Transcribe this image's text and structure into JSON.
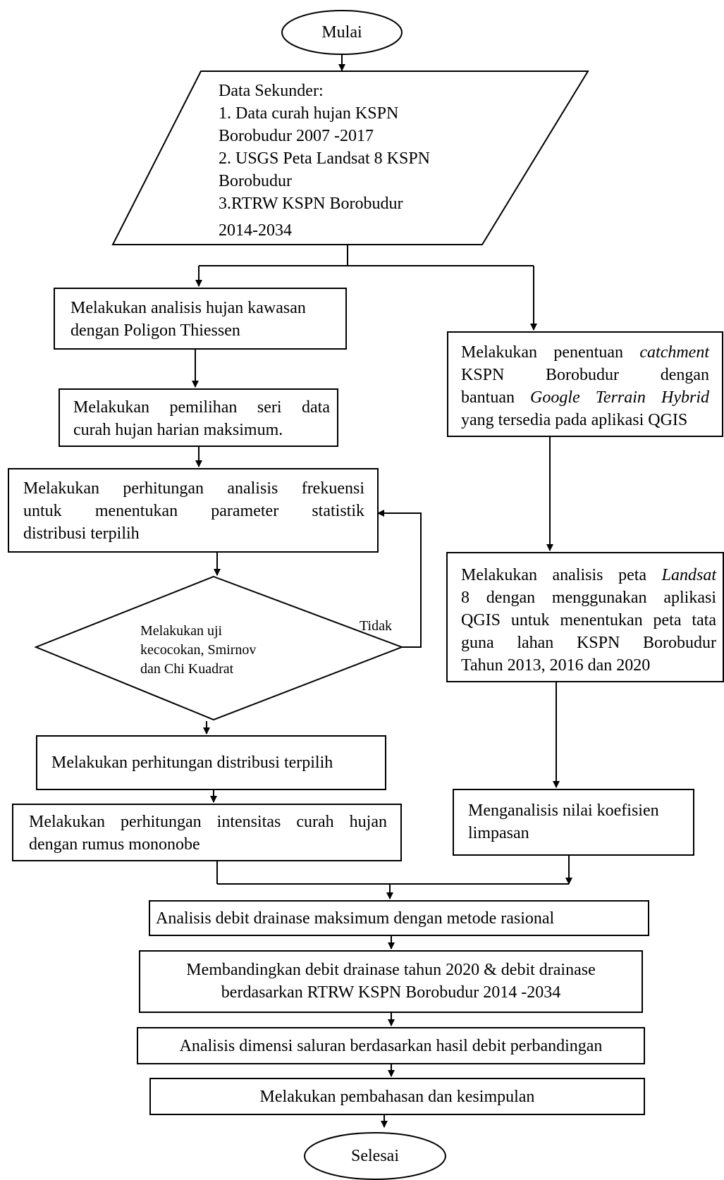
{
  "nodes": {
    "start": "Mulai",
    "input": {
      "heading": "Data Sekunder:",
      "items": [
        "1. Data curah hujan KSPN",
        "Borobudur 2007 -2017",
        "2. USGS Peta Landsat 8 KSPN",
        "Borobudur",
        "3.RTRW KSPN Borobudur",
        "2014-2034"
      ]
    },
    "step_thiessen": [
      "Melakukan analisis hujan kawasan",
      "dengan Poligon Thiessen"
    ],
    "step_series": [
      "Melakukan pemilihan seri data",
      "curah hujan harian maksimum."
    ],
    "step_frequency": [
      "Melakukan perhitungan analisis frekuensi",
      "untuk menentukan parameter statistik",
      "distribusi terpilih"
    ],
    "decision": [
      "Melakukan uji",
      "kecocokan, Smirnov",
      "dan Chi Kuadrat"
    ],
    "decision_no_label": "Tidak",
    "step_distribution": "Melakukan perhitungan distribusi terpilih",
    "step_intensity": [
      "Melakukan perhitungan intensitas curah hujan",
      "dengan rumus mononobe"
    ],
    "step_catchment": {
      "l1a": "Melakukan penentuan ",
      "l1b": "catchment",
      "l2": "KSPN Borobudur dengan",
      "l3a": "bantuan ",
      "l3b": "Google Terrain Hybrid",
      "l4": "yang tersedia pada aplikasi QGIS"
    },
    "step_landsat": {
      "l1a": "Melakukan analisis peta ",
      "l1b": "Landsat",
      "l2": "8 dengan menggunakan aplikasi",
      "l3": "QGIS untuk menentukan peta tata",
      "l4": "guna lahan KSPN Borobudur",
      "l5": "Tahun 2013, 2016 dan 2020"
    },
    "step_runoff": [
      "Menganalisis nilai koefisien",
      "limpasan"
    ],
    "step_discharge": "Analisis debit drainase maksimum dengan metode rasional",
    "step_compare": [
      "Membandingkan debit drainase tahun 2020 & debit drainase",
      "berdasarkan RTRW KSPN Borobudur 2014 -2034"
    ],
    "step_dimension": "Analisis dimensi saluran berdasarkan hasil debit perbandingan",
    "step_discussion": "Melakukan pembahasan dan kesimpulan",
    "end": "Selesai"
  }
}
